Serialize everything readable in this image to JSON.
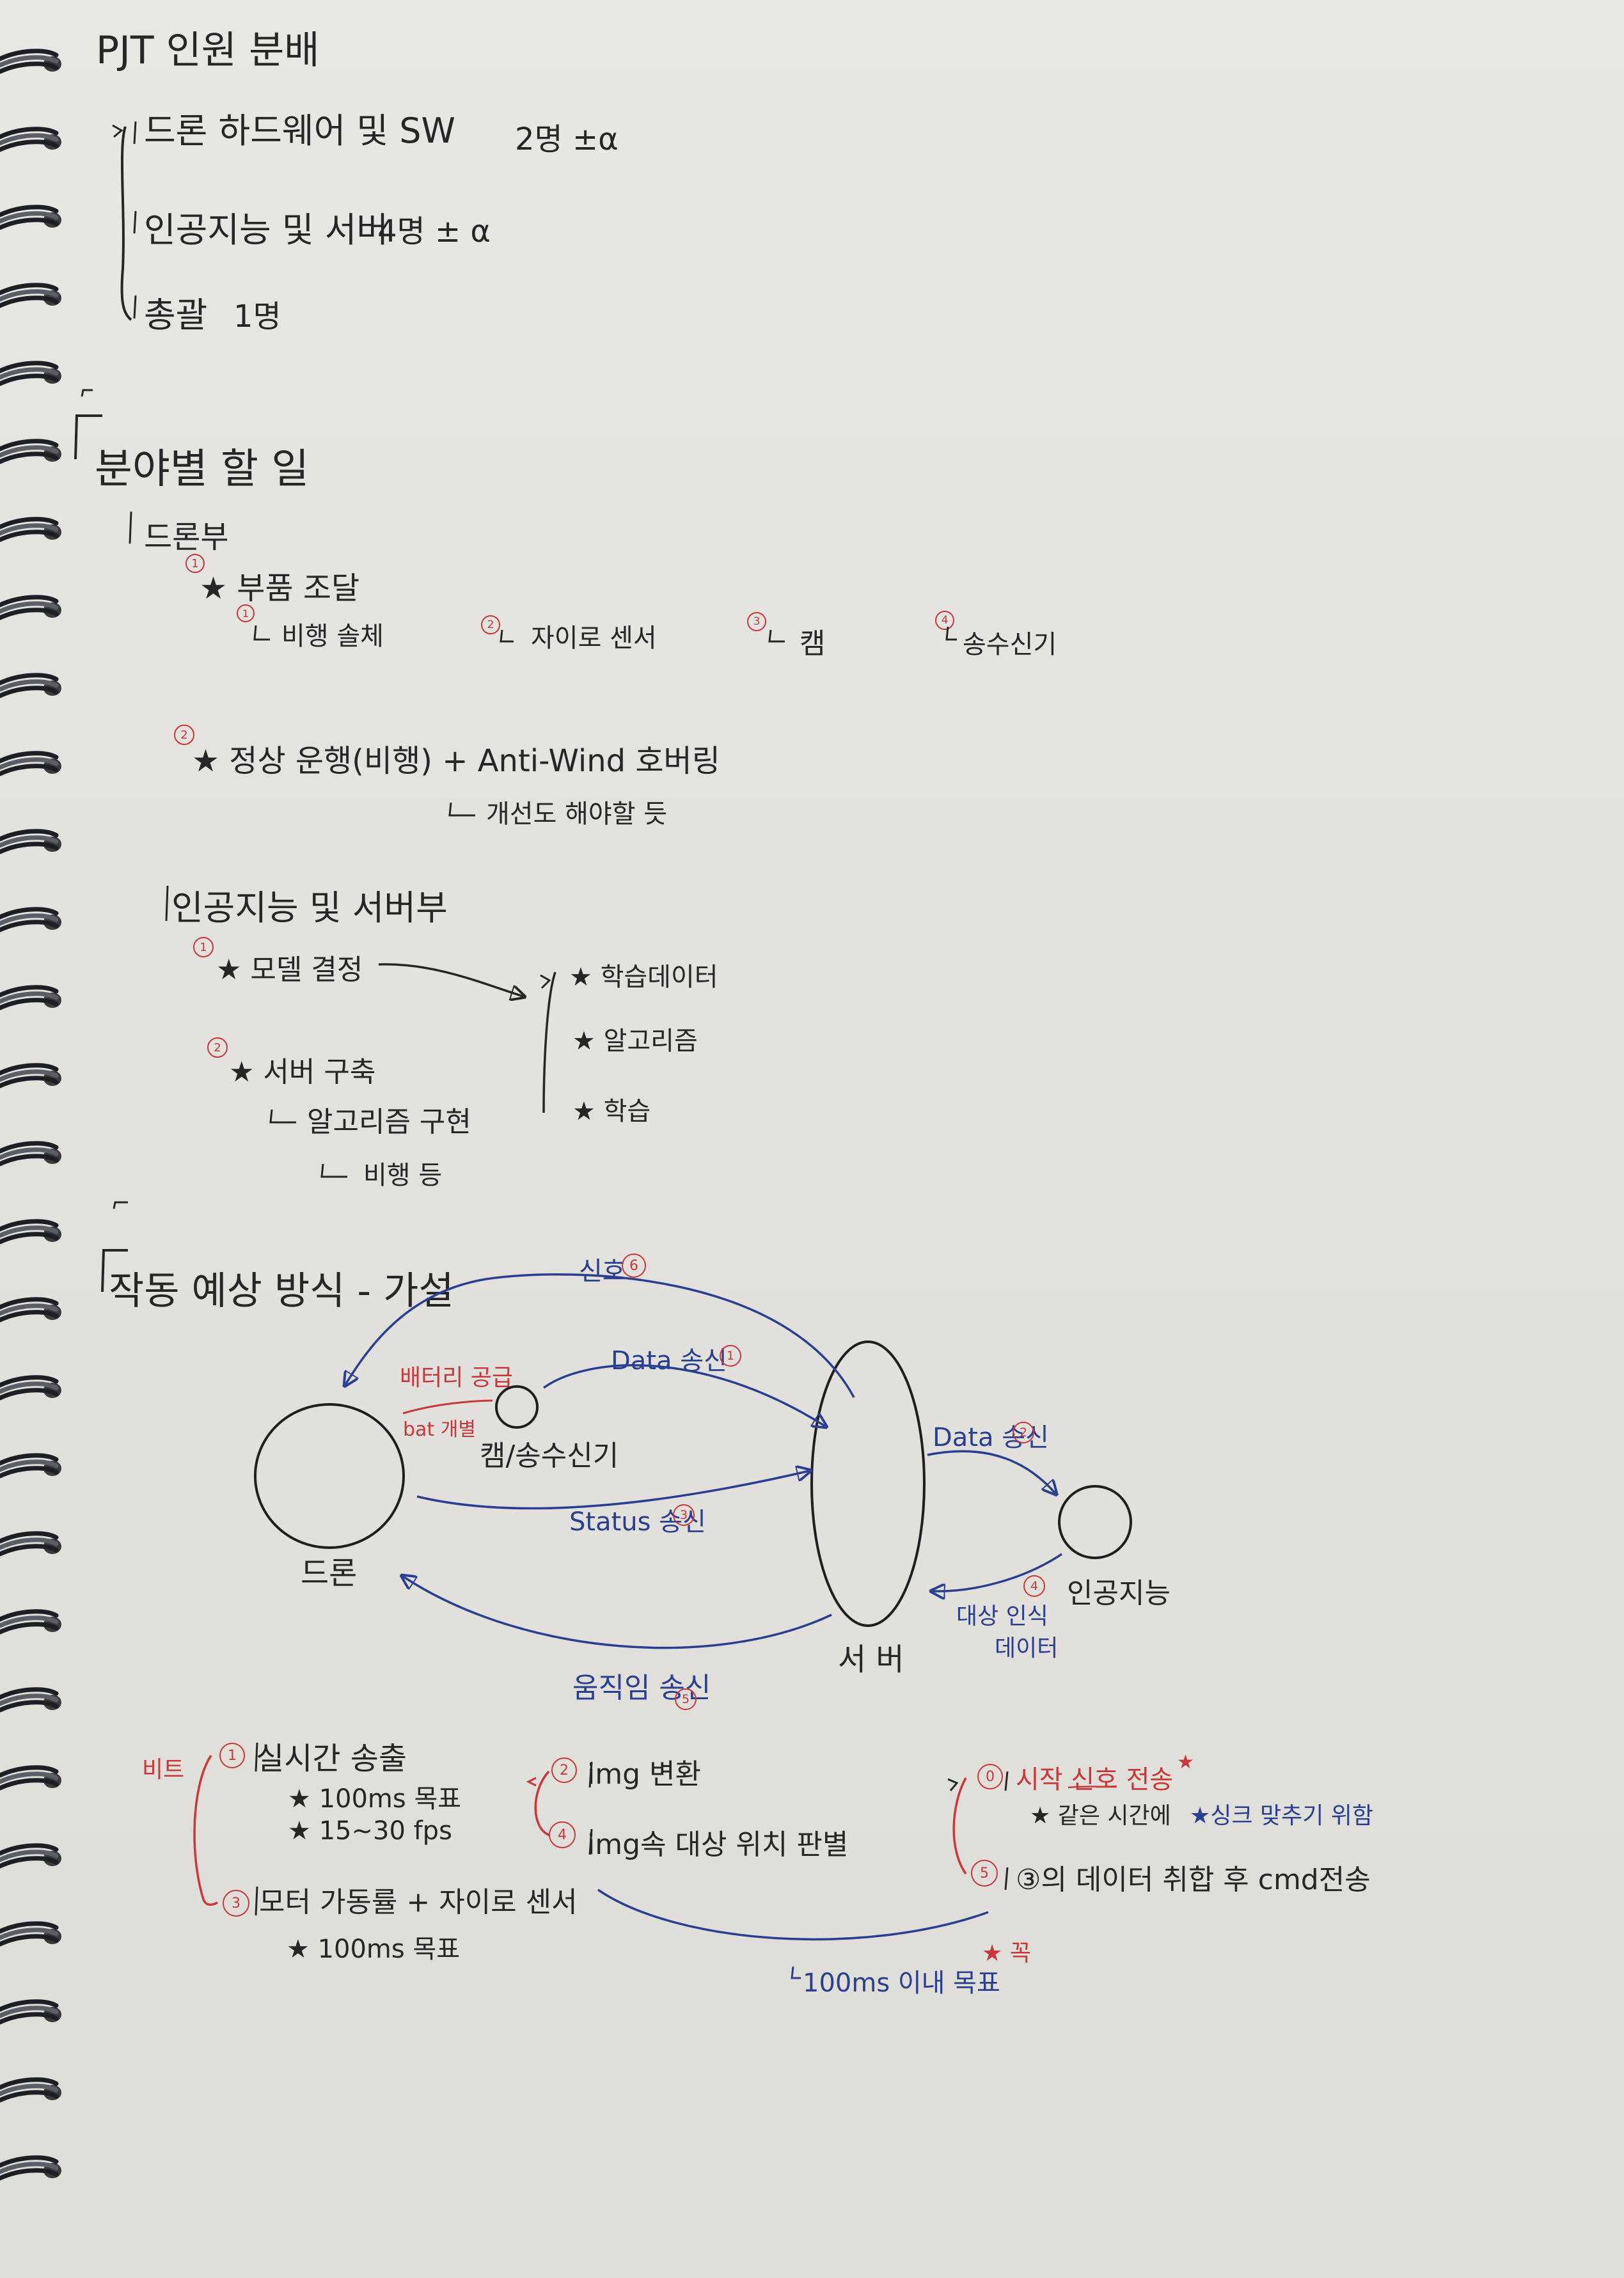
{
  "team": {
    "title": "PJT 인원 분배",
    "items": [
      {
        "label": "드론 하드웨어 및 SW",
        "count": "2명 ±α"
      },
      {
        "label": "인공지능 및 서버",
        "count": "4명 ± α"
      },
      {
        "label": "총괄",
        "count": "1명"
      }
    ]
  },
  "roles": {
    "title": "분야별 할 일",
    "drone": {
      "heading": "드론부",
      "parts": {
        "num": "1",
        "label": "★ 부품 조달"
      },
      "part_items": [
        {
          "num": "1",
          "text": "비행 솔체"
        },
        {
          "num": "2",
          "text": "자이로 센서"
        },
        {
          "num": "3",
          "text": "캠"
        },
        {
          "num": "4",
          "text": "송수신기"
        }
      ],
      "ops": {
        "num": "2",
        "label": "★ 정상 운행(비행) + Anti-Wind 호버링"
      },
      "ops_note": "개선도 해야할 듯"
    },
    "ai": {
      "heading": "인공지능 및 서버부",
      "model": {
        "num": "1",
        "label": "★ 모델 결정"
      },
      "server": {
        "num": "2",
        "label": "★ 서버 구축"
      },
      "server_sub1": "알고리즘 구현",
      "server_sub2": "비행 등",
      "model_items": [
        "★ 학습데이터",
        "★ 알고리즘",
        "★ 학습"
      ]
    }
  },
  "flow": {
    "title": "작동 예상 방식 - 가설",
    "nodes": {
      "drone": "드론",
      "cam": "캠/송수신기",
      "server": "서 버",
      "ai": "인공지능"
    },
    "labels": {
      "signal": "신호",
      "signal_num": "6",
      "battery": "배터리 공급",
      "bat_sub": "bat 개별",
      "data1": "Data 송신",
      "data1_num": "1",
      "status": "Status 송신",
      "status_num": "3",
      "data2": "Data 송신",
      "data2_num": "2",
      "target1": "대상 인식",
      "target2": "데이터",
      "target_num": "4",
      "move": "움직임 송신",
      "move_num": "5"
    }
  },
  "notes": {
    "mark": "비트",
    "n1": {
      "num": "1",
      "text": "실시간 송출"
    },
    "n1_sub1": "★ 100ms 목표",
    "n1_sub2": "★ 15~30 fps",
    "n3": {
      "num": "3",
      "text": "모터 가동률 + 자이로 센서"
    },
    "n3_sub": "★ 100ms 목표",
    "n2": {
      "num": "2",
      "text": "img 변환"
    },
    "n4": {
      "num": "4",
      "text": "img속 대상 위치 판별"
    },
    "n0": {
      "num": "0",
      "text": "시작 신호 전송"
    },
    "n0_sub1": "★ 같은 시간에",
    "n0_sub2": "★싱크 맞추기 위함",
    "n5": {
      "num": "5",
      "text": "③의 데이터 취합 후 cmd전송"
    },
    "bottom": "100ms 이내 목표",
    "bottom_mark": "★ 꼭"
  },
  "colors": {
    "ink": "#262626",
    "red": "#c8383b",
    "blue": "#2a3f8f",
    "paper": "#e6e4e0"
  }
}
